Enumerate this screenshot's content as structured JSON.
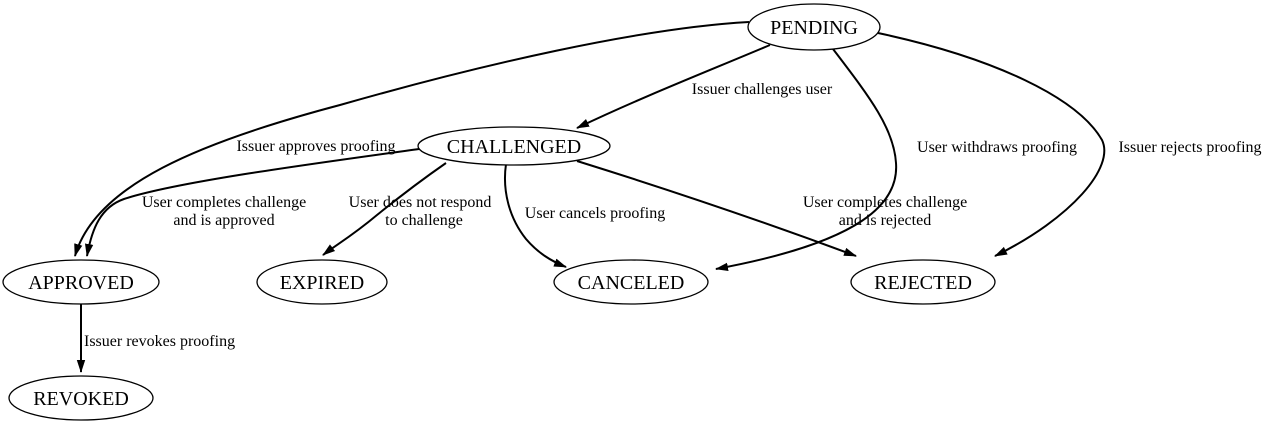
{
  "diagram": {
    "type": "state-diagram",
    "colors": {
      "background": "#ffffff",
      "stroke": "#000000",
      "text": "#000000"
    },
    "nodes": [
      {
        "id": "pending",
        "label": "PENDING"
      },
      {
        "id": "challenged",
        "label": "CHALLENGED"
      },
      {
        "id": "approved",
        "label": "APPROVED"
      },
      {
        "id": "expired",
        "label": "EXPIRED"
      },
      {
        "id": "canceled",
        "label": "CANCELED"
      },
      {
        "id": "rejected",
        "label": "REJECTED"
      },
      {
        "id": "revoked",
        "label": "REVOKED"
      }
    ],
    "edges": [
      {
        "from": "PENDING",
        "to": "CHALLENGED",
        "lines": [
          "Issuer challenges user"
        ]
      },
      {
        "from": "PENDING",
        "to": "APPROVED",
        "lines": [
          "Issuer approves proofing"
        ]
      },
      {
        "from": "PENDING",
        "to": "CANCELED",
        "lines": [
          "User withdraws proofing"
        ]
      },
      {
        "from": "PENDING",
        "to": "REJECTED",
        "lines": [
          "Issuer rejects proofing"
        ]
      },
      {
        "from": "CHALLENGED",
        "to": "APPROVED",
        "lines": [
          "User completes challenge",
          "and is approved"
        ]
      },
      {
        "from": "CHALLENGED",
        "to": "EXPIRED",
        "lines": [
          "User does not respond",
          "to challenge"
        ]
      },
      {
        "from": "CHALLENGED",
        "to": "CANCELED",
        "lines": [
          "User cancels proofing"
        ]
      },
      {
        "from": "CHALLENGED",
        "to": "REJECTED",
        "lines": [
          "User completes challenge",
          "and is rejected"
        ]
      },
      {
        "from": "APPROVED",
        "to": "REVOKED",
        "lines": [
          "Issuer revokes proofing"
        ]
      }
    ]
  }
}
